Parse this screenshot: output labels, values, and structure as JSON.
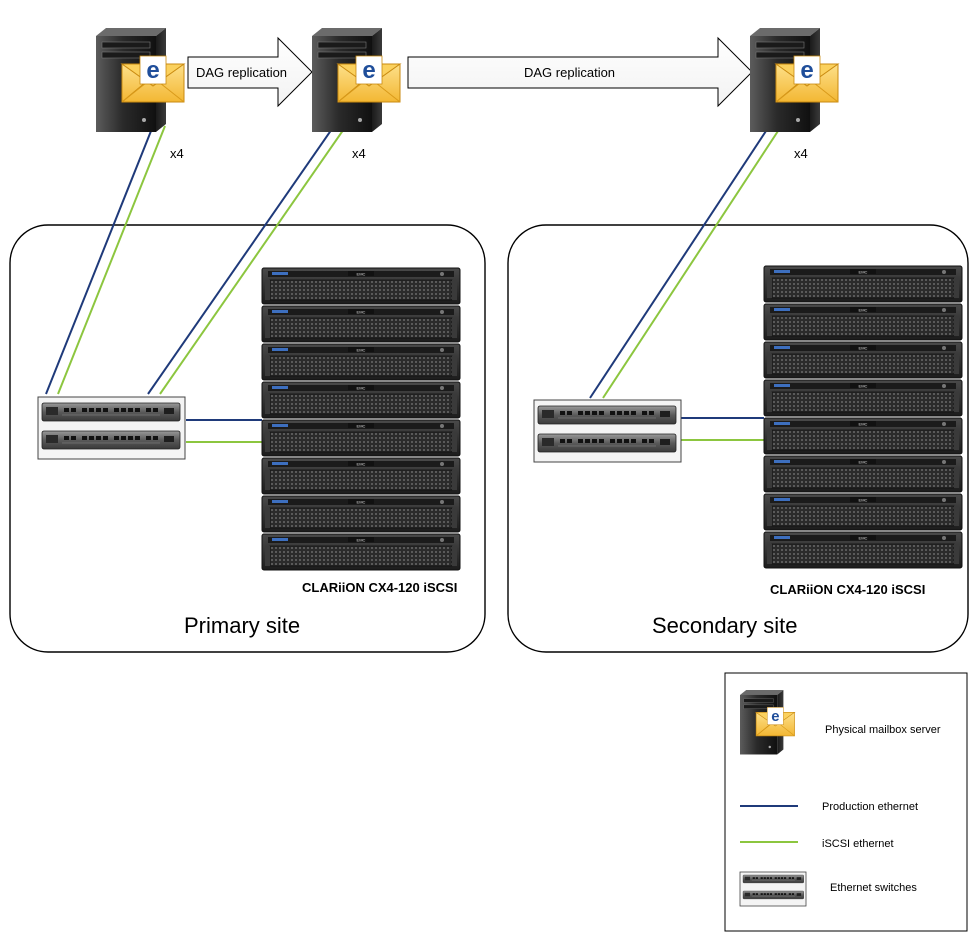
{
  "replication": {
    "arrow1_label": "DAG replication",
    "arrow2_label": "DAG replication"
  },
  "servers": [
    {
      "multiplier": "x4"
    },
    {
      "multiplier": "x4"
    },
    {
      "multiplier": "x4"
    }
  ],
  "sites": {
    "primary": {
      "name": "Primary site",
      "storage_label": "CLARiiON CX4-120 iSCSI"
    },
    "secondary": {
      "name": "Secondary site",
      "storage_label": "CLARiiON CX4-120 iSCSI"
    }
  },
  "legend": {
    "mailbox_server": "Physical mailbox server",
    "production_ethernet": "Production ethernet",
    "iscsi_ethernet": "iSCSI ethernet",
    "ethernet_switches": "Ethernet switches"
  },
  "colors": {
    "production_ethernet": "#1f3a7a",
    "iscsi_ethernet": "#8cc63f",
    "envelope": "#f6c445",
    "envelope_dark": "#d99a1a",
    "email_letter": "#1f4e9a"
  }
}
